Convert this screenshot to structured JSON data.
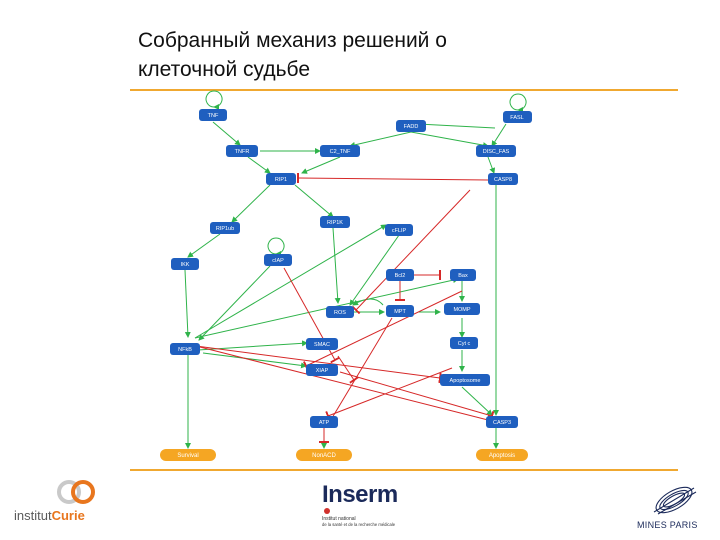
{
  "title": "Собранный механиз решений о клеточной судьбе",
  "nodes": {
    "tnf": "TNF",
    "fasl": "FASL",
    "fadd": "FADD",
    "tnfr": "TNFR",
    "c2_tnf": "C2_TNF",
    "disc_fas": "DISC_FAS",
    "rip1": "RIP1",
    "casp8": "CASP8",
    "rip1ub": "RIP1ub",
    "rip1k": "RIP1K",
    "cflip": "cFLIP",
    "ikk": "IKK",
    "ciap": "cIAP",
    "bcl2": "Bcl2",
    "bax": "Bax",
    "ros": "ROS",
    "mpt": "MPT",
    "momp": "MOMP",
    "nfkb": "NFkB",
    "smac": "SMAC",
    "cytc": "Cyt c",
    "xiap": "XIAP",
    "apoptosome": "Apoptosome",
    "atp": "ATP",
    "casp3": "CASP3"
  },
  "outputs": {
    "survival": "Survival",
    "nonacd": "NonACD",
    "apoptosis": "Apoptosis"
  },
  "colors": {
    "node": "#1f5fbf",
    "output": "#f5a623",
    "activation": "#2fb34a",
    "inhibition": "#d62828",
    "rule": "#f0a830"
  },
  "logos": {
    "curie_prefix": "institut",
    "curie_name": "Curie",
    "inserm_name": "Inserm",
    "inserm_line1": "Institut national",
    "inserm_line2": "de la santé et de la recherche médicale",
    "mines_name": "MINES PARIS"
  }
}
